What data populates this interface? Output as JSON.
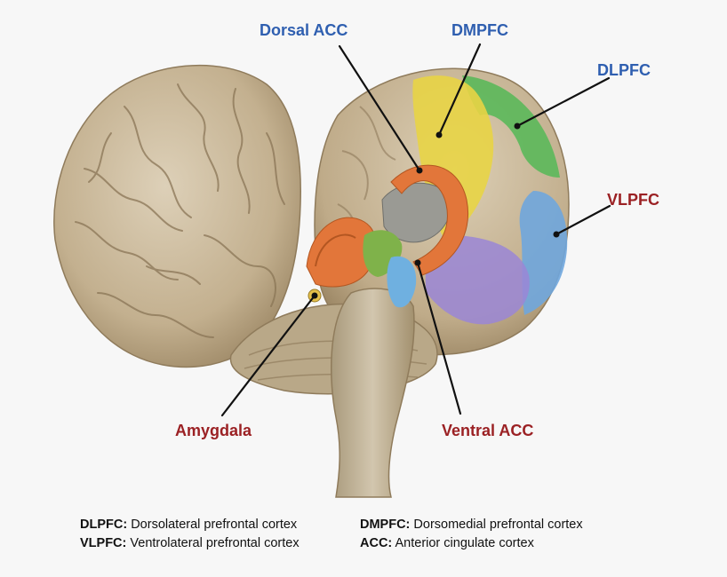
{
  "labels": {
    "dorsal_acc": "Dorsal ACC",
    "dmpfc": "DMPFC",
    "dlpfc": "DLPFC",
    "vlpfc": "VLPFC",
    "amygdala": "Amygdala",
    "ventral_acc": "Ventral ACC"
  },
  "legend": [
    {
      "abbr": "DLPFC:",
      "full": "Dorsolateral prefrontal cortex"
    },
    {
      "abbr": "DMPFC:",
      "full": "Dorsomedial prefrontal cortex"
    },
    {
      "abbr": "VLPFC:",
      "full": "Ventrolateral prefrontal cortex"
    },
    {
      "abbr": "ACC:",
      "full": "Anterior cingulate cortex"
    }
  ],
  "colors": {
    "label_blue": "#2f5fb0",
    "label_red": "#9b2124",
    "brain_tan": "#c8b79a",
    "dlpfc_green": "#5bb85a",
    "dmpfc_yellow": "#e8d445",
    "vlpfc_blue": "#6fa6dd",
    "acc_orange": "#e2763a",
    "ventral_purple": "#9a86d6"
  }
}
